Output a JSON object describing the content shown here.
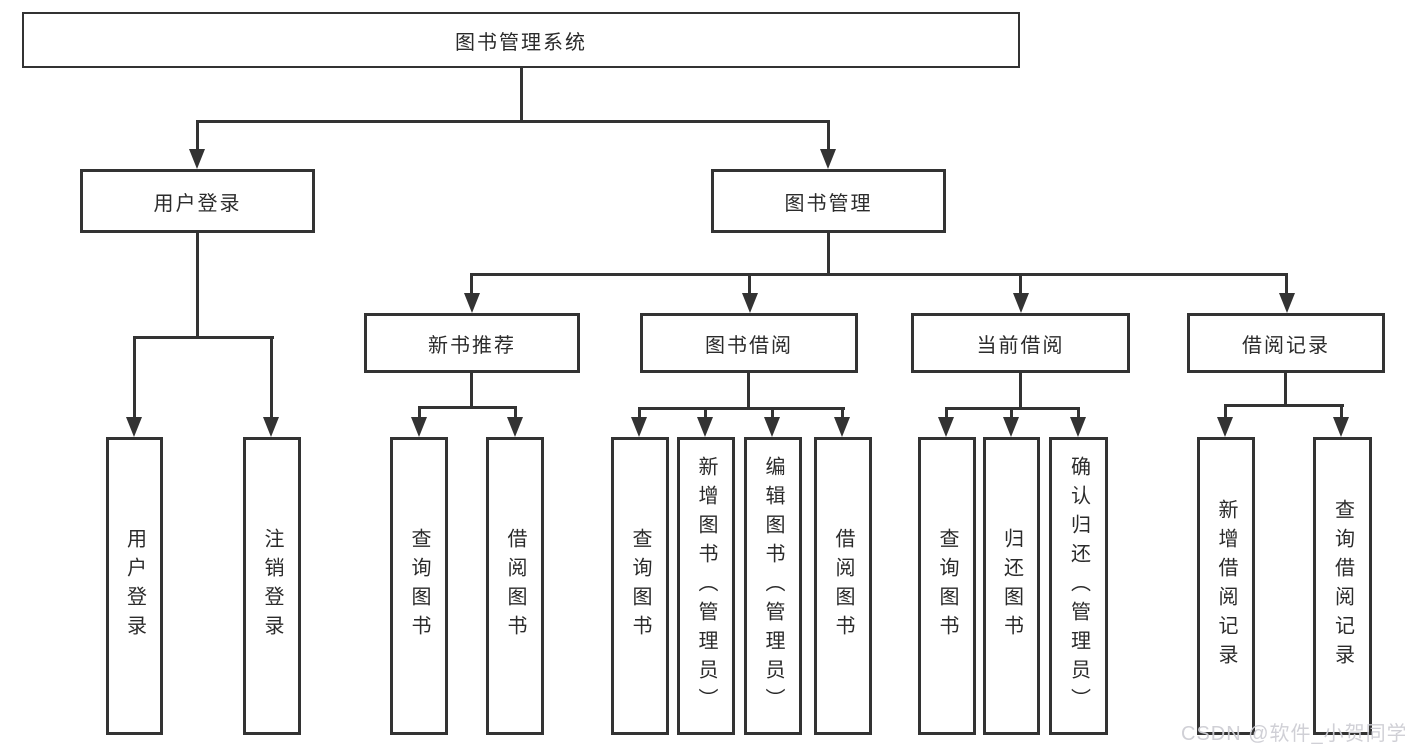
{
  "watermark": "CSDN @软件_小贺同学",
  "colors": {
    "line": "#333333",
    "box_border": "#333333",
    "box_fill": "#ffffff",
    "text": "#2b2b2b",
    "watermark": "#cdcdd4"
  },
  "tree": {
    "label": "图书管理系统",
    "children": [
      {
        "label": "用户登录",
        "children": [
          {
            "label": "用户登录"
          },
          {
            "label": "注销登录"
          }
        ]
      },
      {
        "label": "图书管理",
        "children": [
          {
            "label": "新书推荐",
            "children": [
              {
                "label": "查询图书"
              },
              {
                "label": "借阅图书"
              }
            ]
          },
          {
            "label": "图书借阅",
            "children": [
              {
                "label": "查询图书"
              },
              {
                "label": "新增图书（管理员）"
              },
              {
                "label": "编辑图书（管理员）"
              },
              {
                "label": "借阅图书"
              }
            ]
          },
          {
            "label": "当前借阅",
            "children": [
              {
                "label": "查询图书"
              },
              {
                "label": "归还图书"
              },
              {
                "label": "确认归还（管理员）"
              }
            ]
          },
          {
            "label": "借阅记录",
            "children": [
              {
                "label": "新增借阅记录"
              },
              {
                "label": "查询借阅记录"
              }
            ]
          }
        ]
      }
    ]
  }
}
